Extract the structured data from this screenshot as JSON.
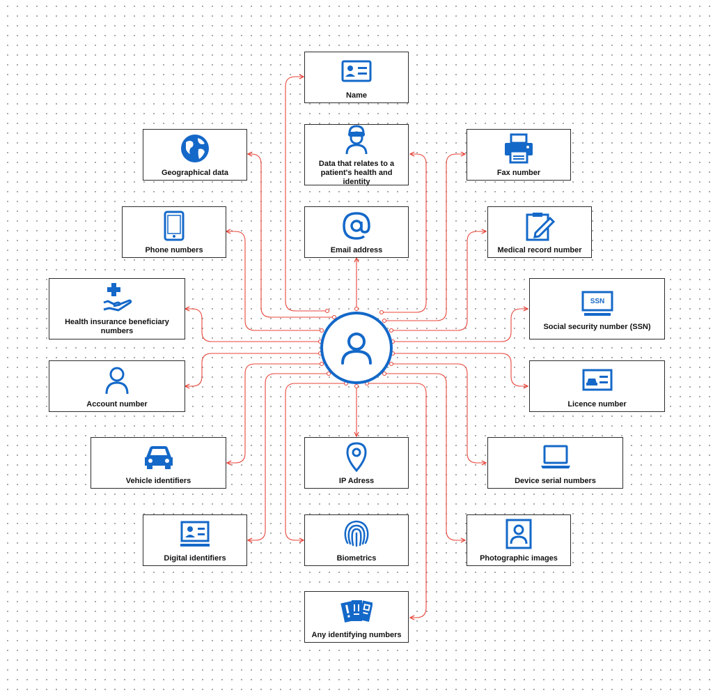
{
  "colors": {
    "accent": "#1468c8",
    "connector": "#e8443a",
    "border": "#2a2a2a"
  },
  "hub": {
    "icon": "user-icon"
  },
  "nodes": [
    {
      "id": "name",
      "label": "Name",
      "icon": "id-card-icon"
    },
    {
      "id": "geo",
      "label": "Geographical data",
      "icon": "globe-icon"
    },
    {
      "id": "health",
      "label": "Data that relates to a patient's health and identity",
      "icon": "masked-person-icon"
    },
    {
      "id": "fax",
      "label": "Fax number",
      "icon": "printer-icon"
    },
    {
      "id": "phone",
      "label": "Phone numbers",
      "icon": "tablet-icon"
    },
    {
      "id": "email",
      "label": "Email address",
      "icon": "at-sign-icon"
    },
    {
      "id": "medical",
      "label": "Medical record number",
      "icon": "clipboard-pen-icon"
    },
    {
      "id": "insurance",
      "label": "Health insurance beneficiary numbers",
      "icon": "hand-cross-icon"
    },
    {
      "id": "ssn",
      "label": "Social security number (SSN)",
      "icon": "ssn-card-icon",
      "icon_text": "SSN"
    },
    {
      "id": "account",
      "label": "Account number",
      "icon": "person-icon"
    },
    {
      "id": "licence",
      "label": "Licence number",
      "icon": "licence-card-icon"
    },
    {
      "id": "vehicle",
      "label": "Vehicle identifiers",
      "icon": "car-icon"
    },
    {
      "id": "ip",
      "label": "IP Adress",
      "icon": "location-pin-icon"
    },
    {
      "id": "device",
      "label": "Device serial numbers",
      "icon": "laptop-icon"
    },
    {
      "id": "digital",
      "label": "Digital identifiers",
      "icon": "profile-screen-icon"
    },
    {
      "id": "biometrics",
      "label": "Biometrics",
      "icon": "fingerprint-icon"
    },
    {
      "id": "photo",
      "label": "Photographic images",
      "icon": "portrait-icon"
    },
    {
      "id": "anynum",
      "label": "Any identifying numbers",
      "icon": "cards-icon"
    }
  ]
}
